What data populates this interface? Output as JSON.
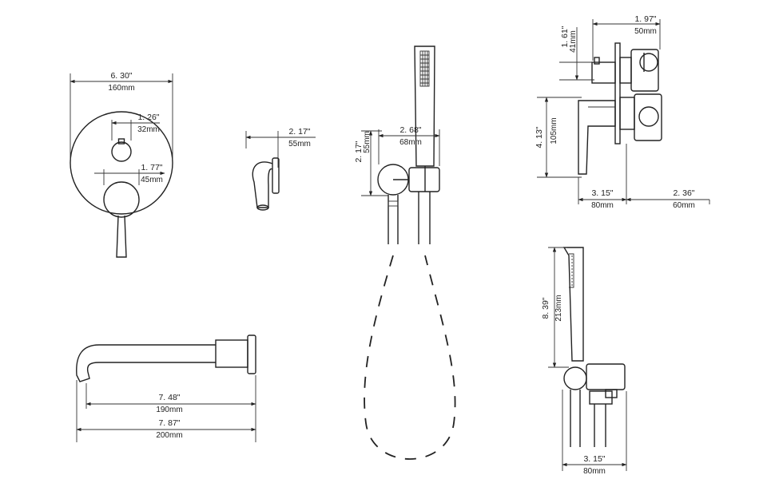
{
  "dimensions": {
    "plate_width_in": "6. 30\"",
    "plate_width_mm": "160mm",
    "knob_small_in": "1. 26\"",
    "knob_small_mm": "32mm",
    "knob_large_in": "1. 77\"",
    "knob_large_mm": "45mm",
    "outlet_depth_in": "2. 17\"",
    "outlet_depth_mm": "55mm",
    "holder_height_in": "2. 17\"",
    "holder_height_mm": "55mm",
    "holder_width_in": "2. 68\"",
    "holder_width_mm": "68mm",
    "side_top_in": "1. 97\"",
    "side_top_mm": "50mm",
    "side_small_in": "1. 61\"",
    "side_small_mm": "41mm",
    "side_height_in": "4. 13\"",
    "side_height_mm": "105mm",
    "side_front_in": "3. 15\"",
    "side_front_mm": "80mm",
    "side_back_in": "2. 36\"",
    "side_back_mm": "60mm",
    "spout_inner_in": "7. 48\"",
    "spout_inner_mm": "190mm",
    "spout_total_in": "7. 87\"",
    "spout_total_mm": "200mm",
    "shower_height_in": "8. 39\"",
    "shower_height_mm": "213mm",
    "bracket_width_in": "3. 15\"",
    "bracket_width_mm": "80mm"
  }
}
